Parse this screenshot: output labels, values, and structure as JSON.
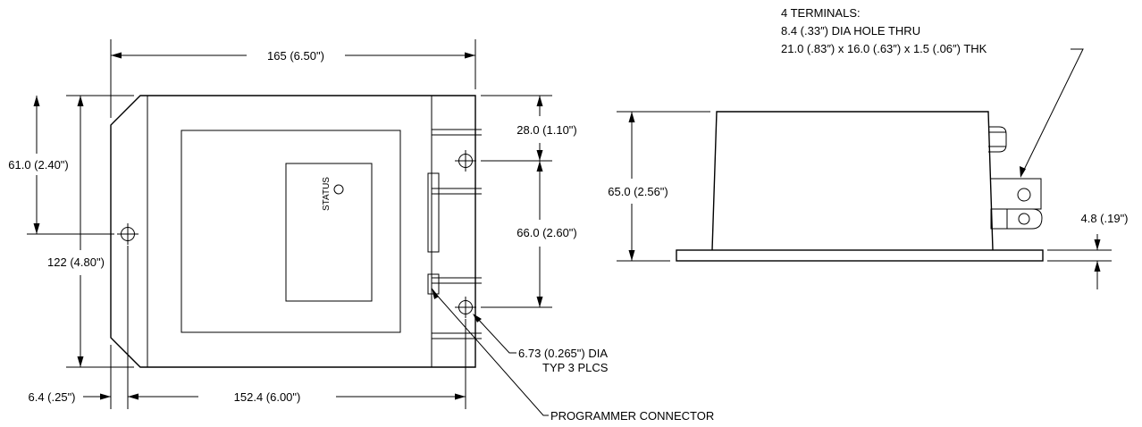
{
  "dims": {
    "overall_width": "165 (6.50\")",
    "overall_height": "122 (4.80\")",
    "mount_height": "61.0 (2.40\")",
    "top_hole_offset": "28.0 (1.10\")",
    "hole_spacing": "66.0 (2.60\")",
    "hole_spacing_horizontal": "152.4 (6.00\")",
    "edge_offset": "6.4 (.25\")",
    "side_height": "65.0 (2.56\")",
    "base_thickness": "4.8 (.19\")"
  },
  "callouts": {
    "hole_dia_line1": "6.73 (0.265\") DIA",
    "hole_dia_line2": "TYP 3 PLCS",
    "programmer_connector": "PROGRAMMER CONNECTOR",
    "terminals_line1": "4 TERMINALS:",
    "terminals_line2": "8.4 (.33″) DIA HOLE THRU",
    "terminals_line3": "21.0 (.83″) x 16.0 (.63″) x 1.5 (.06″) THK"
  },
  "status_label": "STATUS"
}
